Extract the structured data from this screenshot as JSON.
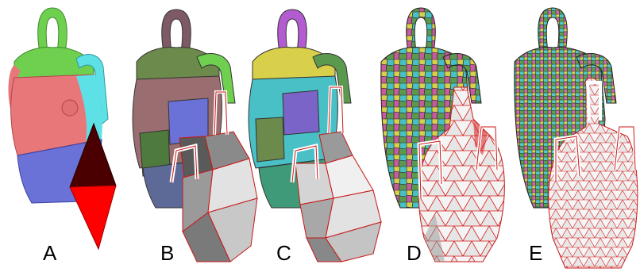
{
  "panels": [
    {
      "label": "A"
    },
    {
      "label": "B"
    },
    {
      "label": "C"
    },
    {
      "label": "D"
    },
    {
      "label": "E"
    }
  ],
  "colors": {
    "segment_green": "#6fcf4f",
    "segment_salmon": "#e8777a",
    "segment_cyan": "#5ee1e6",
    "segment_blue": "#6a72d8",
    "tetra_dark": "#4a0000",
    "tetra_red": "#ff0000",
    "mesh_edge_red": "#d81818",
    "mesh_grey_light": "#ededed",
    "mesh_grey_dark": "#6a6a6a"
  }
}
